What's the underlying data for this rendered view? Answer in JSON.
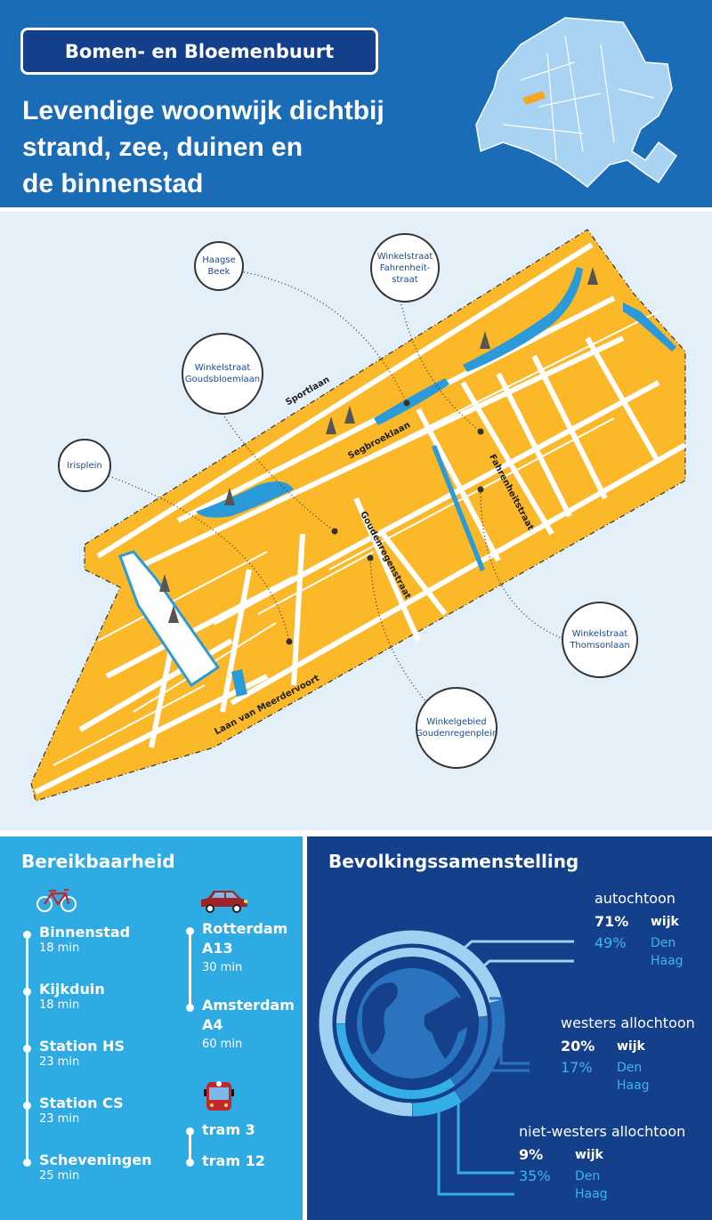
{
  "header": {
    "badge": "Bomen- en Bloemenbuurt",
    "headline_lines": [
      "Levendige woonwijk dichtbij",
      "strand, zee, duinen en",
      "de binnenstad"
    ]
  },
  "map": {
    "callouts": [
      {
        "text": "Haagse Beek"
      },
      {
        "text": "Winkelstraat Fahrenheit-straat"
      },
      {
        "text": "Winkelstraat Goudsbloemlaan"
      },
      {
        "text": "Irisplein"
      },
      {
        "text": "Winkelstraat Thomsonlaan"
      },
      {
        "text": "Winkelgebied Goudenregenplein"
      }
    ],
    "roads": [
      "Sportlaan",
      "Segbroeklaan",
      "Fahrenheitstraat",
      "Goudenregenstraat",
      "Laan van Meerdervoort"
    ],
    "colors": {
      "blocks": "#fbb829",
      "water": "#2a9ad8",
      "background": "#e3f0fa"
    }
  },
  "reach": {
    "title": "Bereikbaarheid",
    "bike": [
      {
        "dest": "Binnenstad",
        "time": "18 min"
      },
      {
        "dest": "Kijkduin",
        "time": "18 min"
      },
      {
        "dest": "Station HS",
        "time": "23 min"
      },
      {
        "dest": "Station CS",
        "time": "23 min"
      },
      {
        "dest": "Scheveningen",
        "time": "25 min"
      }
    ],
    "car": [
      {
        "dest": "Rotterdam",
        "road": "A13",
        "time": "30 min"
      },
      {
        "dest": "Amsterdam",
        "road": "A4",
        "time": "60 min"
      }
    ],
    "tram": [
      "tram 3",
      "tram 12"
    ]
  },
  "pop": {
    "title": "Bevolkingssamenstelling",
    "wijk_label": "wijk",
    "dh_label": "Den Haag",
    "chart_data": {
      "type": "pie",
      "variant": "double-ring",
      "series": [
        {
          "name": "wijk",
          "ring": "outer",
          "values": [
            71,
            20,
            9
          ]
        },
        {
          "name": "Den Haag",
          "ring": "inner",
          "values": [
            49,
            17,
            35
          ]
        }
      ],
      "categories": [
        "autochtoon",
        "westers allochtoon",
        "niet-westers allochtoon"
      ],
      "colors": [
        "#9fd0f2",
        "#2a74bf",
        "#33aee6"
      ]
    },
    "groups": [
      {
        "name": "autochtoon",
        "wijk": "71%",
        "dh": "49%"
      },
      {
        "name": "westers allochtoon",
        "wijk": "20%",
        "dh": "17%"
      },
      {
        "name": "niet-westers allochtoon",
        "wijk": "9%",
        "dh": "35%"
      }
    ]
  }
}
